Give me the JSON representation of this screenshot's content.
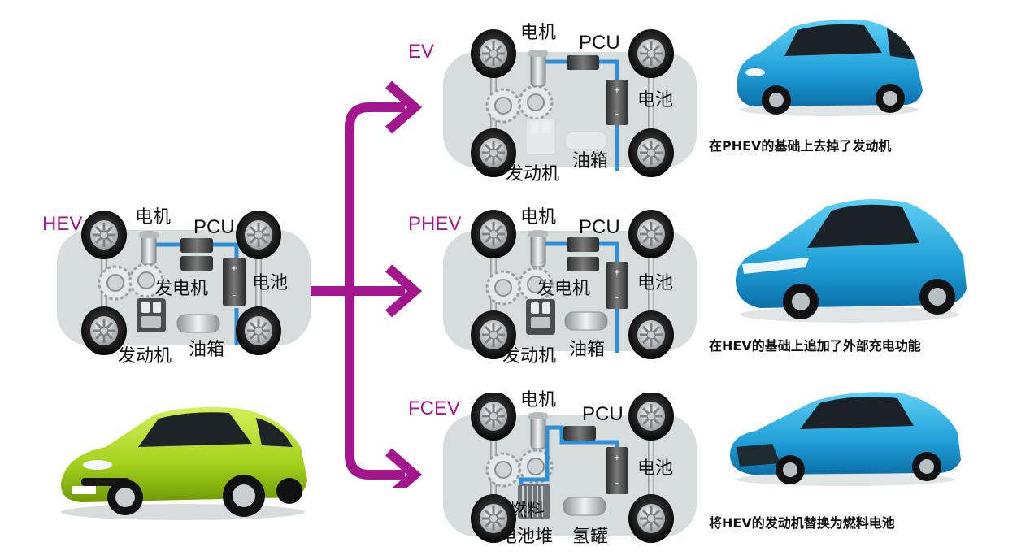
{
  "colors": {
    "accent": "#a3168e",
    "panel": "#d7dcdc",
    "wire": "#2e8fd9",
    "hev_car": "#a8d622",
    "blue_car": "#2aa4d8"
  },
  "hev": {
    "type_label": "HEV",
    "motor": "电机",
    "pcu": "PCU",
    "generator": "发电机",
    "battery": "电池",
    "engine": "发动机",
    "fuel_tank": "油箱"
  },
  "ev": {
    "type_label": "EV",
    "motor": "电机",
    "pcu": "PCU",
    "battery": "电池",
    "engine": "发动机",
    "fuel_tank": "油箱",
    "description": "在PHEV的基础上去掉了发动机"
  },
  "phev": {
    "type_label": "PHEV",
    "motor": "电机",
    "pcu": "PCU",
    "generator": "发电机",
    "battery": "电池",
    "engine": "发动机",
    "fuel_tank": "油箱",
    "description": "在HEV的基础上追加了外部充电功能"
  },
  "fcev": {
    "type_label": "FCEV",
    "motor": "电机",
    "pcu": "PCU",
    "battery": "电池",
    "fuel_cell_line1": "燃料",
    "fuel_cell_line2": "电池堆",
    "hydrogen_tank": "氢罐",
    "description": "将HEV的发动机替换为燃料电池"
  },
  "icons": {
    "wheel": "wheel-icon",
    "motor": "motor-icon",
    "pcu": "pcu-icon",
    "battery": "battery-icon",
    "engine": "engine-icon",
    "tank": "tank-icon",
    "arrow": "arrow-icon"
  }
}
